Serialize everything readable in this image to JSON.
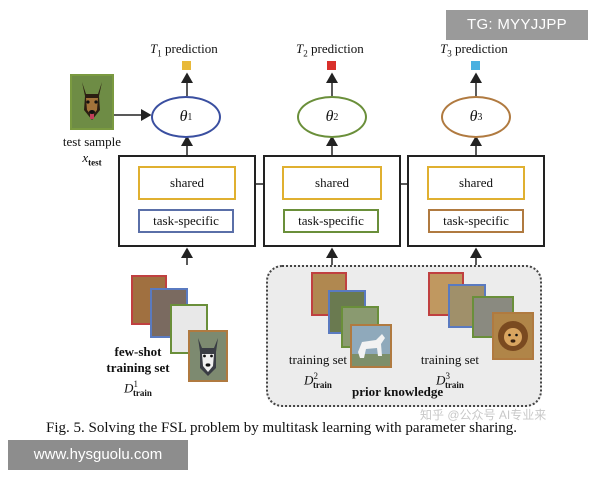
{
  "watermarks": {
    "top_right": "TG: MYYJJPP",
    "bottom_left": "www.hysguolu.com",
    "inline_cn": "知乎 @公众号 AI专业来"
  },
  "tasks": [
    {
      "pred_prefix": "T",
      "pred_sub": "1",
      "pred_suffix": " prediction",
      "theta_sub": "1",
      "color": "#e8b93a"
    },
    {
      "pred_prefix": "T",
      "pred_sub": "2",
      "pred_suffix": " prediction",
      "theta_sub": "2",
      "color": "#d9302b"
    },
    {
      "pred_prefix": "T",
      "pred_sub": "3",
      "pred_suffix": " prediction",
      "theta_sub": "3",
      "color": "#4bb0e0"
    }
  ],
  "theta_symbol": "θ",
  "shared_label": "shared",
  "task_specific_label": "task-specific",
  "test_sample": {
    "line1": "test sample",
    "symbol": "x",
    "sub": "test"
  },
  "few_shot": {
    "line1": "few-shot",
    "line2": "training set",
    "symbol": "D",
    "sup": "1",
    "sub": "train"
  },
  "training_sets": [
    {
      "line1": "training set",
      "symbol": "D",
      "sup": "2",
      "sub": "train"
    },
    {
      "line1": "training set",
      "symbol": "D",
      "sup": "3",
      "sub": "train"
    }
  ],
  "prior_knowledge": "prior knowledge",
  "caption": "Fig. 5.  Solving the FSL problem by multitask learning with parameter sharing.",
  "colors": {
    "shared_border": "#e0b030",
    "theta1_border": "#3a4fa0",
    "theta2_border": "#6a8f3a",
    "theta3_border": "#b07a40",
    "ts1_border": "#5a6fa8",
    "ts2_border": "#6a8f3a",
    "ts3_border": "#b07a40"
  }
}
